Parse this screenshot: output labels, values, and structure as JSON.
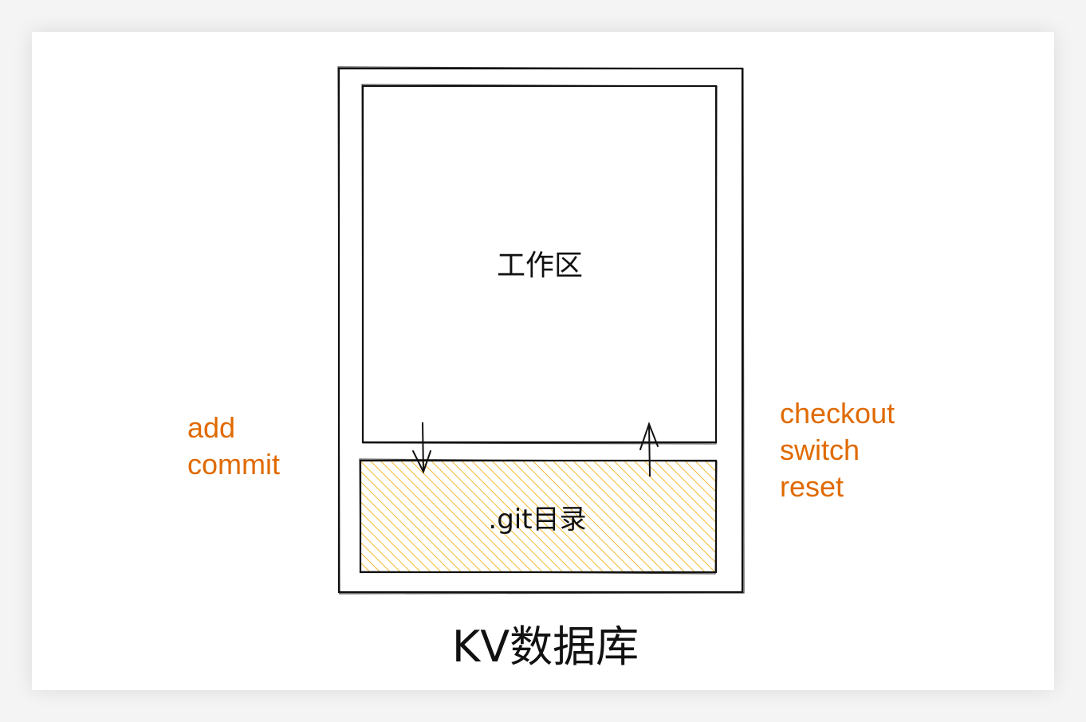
{
  "diagram": {
    "outer_label": "KV数据库",
    "workspace_label": "工作区",
    "git_dir_label": ".git目录",
    "left_ops": [
      "add",
      "commit"
    ],
    "right_ops": [
      "checkout",
      "switch",
      "reset"
    ],
    "colors": {
      "stroke": "#111111",
      "accent_text": "#e06a00",
      "hatch": "#f5b82e"
    }
  }
}
